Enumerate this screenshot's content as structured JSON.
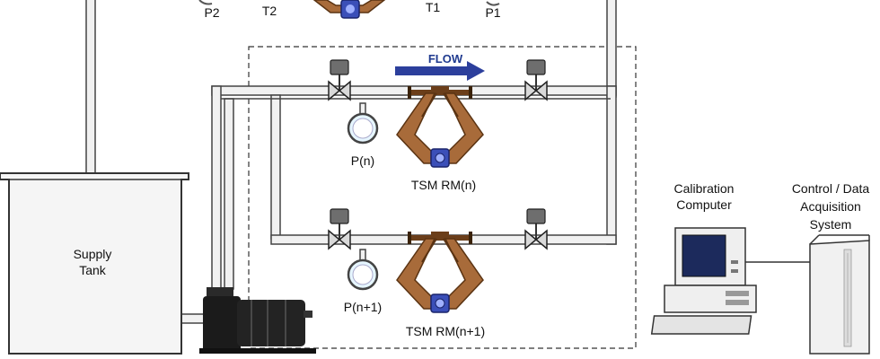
{
  "labels": {
    "p2": "P2",
    "t2": "T2",
    "t1": "T1",
    "p1": "P1",
    "flow": "FLOW",
    "pn": "P(n)",
    "pn1": "P(n+1)",
    "meter_n": "TSM RM(n)",
    "meter_n1": "TSM RM(n+1)",
    "supply_line1": "Supply",
    "supply_line2": "Tank",
    "calib_line1": "Calibration",
    "calib_line2": "Computer",
    "daq_line1": "Control / Data",
    "daq_line2": "Acquisition",
    "daq_line3": "System"
  },
  "colors": {
    "pipe_fill": "#f1f1f1",
    "pipe_stroke": "#444444",
    "meter_brown": "#a86b3a",
    "meter_dark": "#6b3e1a",
    "flow_arrow": "#2c3f9c",
    "gauge_face": "#e6f6ff",
    "actuator": "#6e6e6e",
    "pump": "#1b1b1b",
    "monitor_screen": "#1c2a5c",
    "case": "#efefef"
  },
  "icons": {
    "valve": "gate-valve-icon",
    "gauge": "pressure-gauge-icon",
    "meter": "coriolis-meter-icon",
    "pump": "pump-icon",
    "computer": "desktop-computer-icon",
    "daq": "tower-cabinet-icon"
  }
}
